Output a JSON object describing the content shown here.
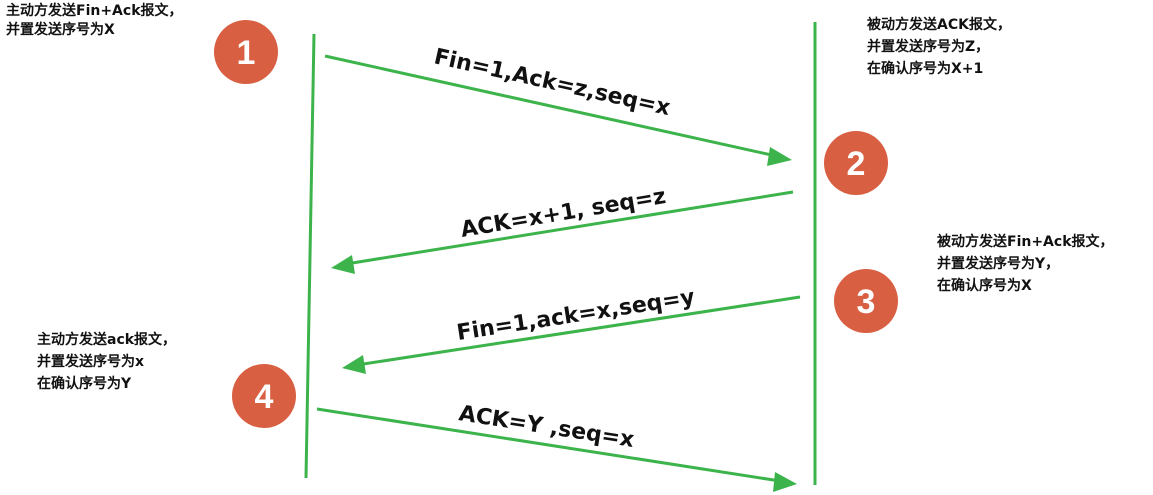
{
  "colors": {
    "line": "#3cb44b",
    "step_circle": "#d95f42",
    "step_text": "#ffffff",
    "text": "#111111"
  },
  "notes": {
    "step1": [
      "主动方发送Fin+Ack报文，",
      "并置发送序号为X"
    ],
    "step2": [
      "被动方发送ACK报文，",
      "并置发送序号为Z，",
      "在确认序号为X+1"
    ],
    "step3": [
      "被动方发送Fin+Ack报文，",
      "并置发送序号为Y，",
      "在确认序号为X"
    ],
    "step4": [
      "主动方发送ack报文，",
      "并置发送序号为x",
      "在确认序号为Y"
    ]
  },
  "steps": [
    {
      "number": "1",
      "direction": "left-to-right",
      "message": "Fin=1,Ack=z,seq=x"
    },
    {
      "number": "2",
      "direction": "right-to-left",
      "message": "ACK=x+1, seq=z"
    },
    {
      "number": "3",
      "direction": "right-to-left",
      "message": "Fin=1,ack=x,seq=y"
    },
    {
      "number": "4",
      "direction": "left-to-right",
      "message": "ACK=Y ,seq=x"
    }
  ]
}
